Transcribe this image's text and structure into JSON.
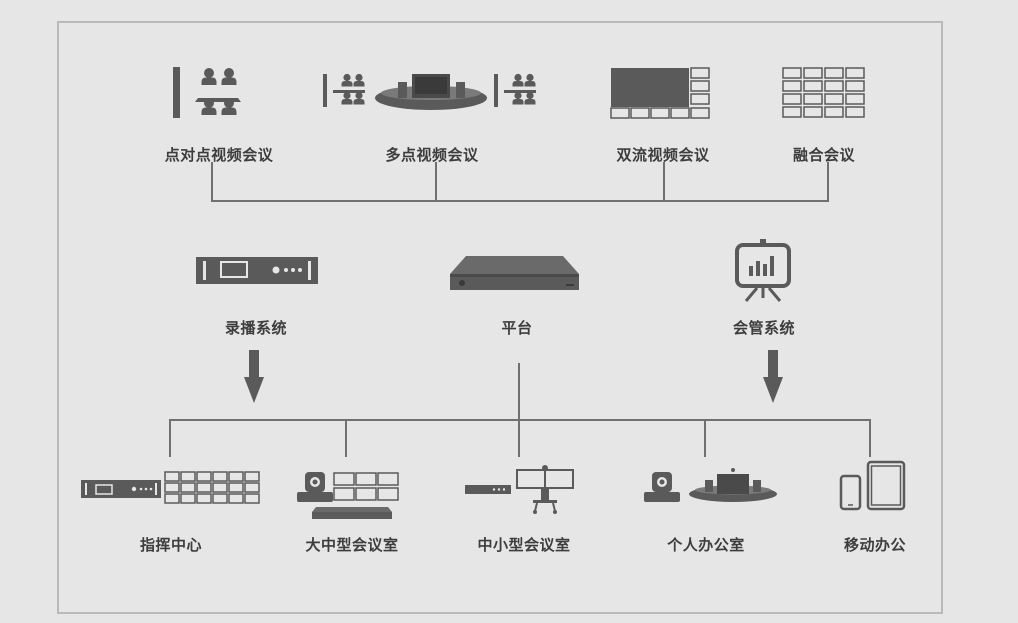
{
  "top_row": {
    "p2p_label": "点对点视频会议",
    "multipoint_label": "多点视频会议",
    "dual_stream_label": "双流视频会议",
    "fusion_label": "融合会议"
  },
  "middle_row": {
    "recording_label": "录播系统",
    "platform_label": "平台",
    "management_label": "会管系统"
  },
  "bottom_row": {
    "command_center_label": "指挥中心",
    "large_room_label": "大中型会议室",
    "small_room_label": "中小型会议室",
    "personal_office_label": "个人办公室",
    "mobile_office_label": "移动办公"
  },
  "colors": {
    "background": "#e6e6e6",
    "frame": "#b9b9b9",
    "icon": "#5a5a5a",
    "line": "#707070",
    "label": "#3d3d3d"
  }
}
